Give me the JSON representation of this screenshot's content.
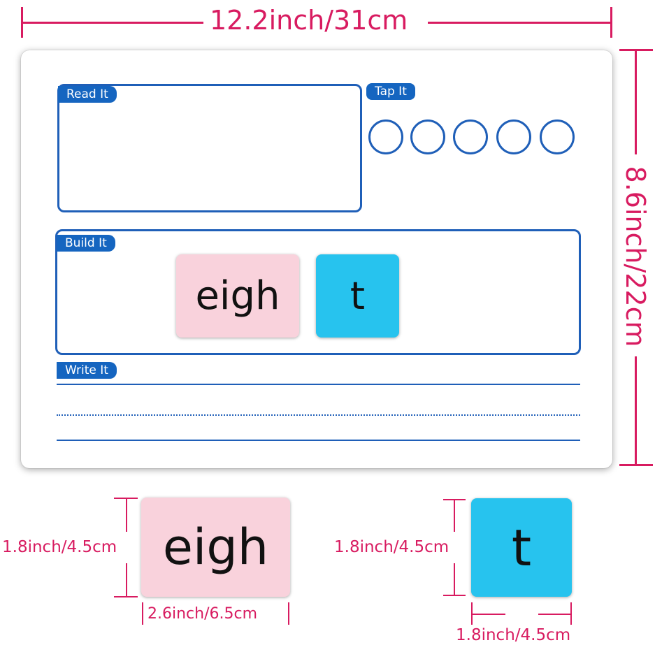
{
  "dimensions": {
    "board_width": "12.2inch/31cm",
    "board_height": "8.6inch/22cm",
    "eigh_height": "1.8inch/4.5cm",
    "eigh_width": "2.6inch/6.5cm",
    "t_height": "1.8inch/4.5cm",
    "t_width": "1.8inch/4.5cm"
  },
  "board": {
    "read_it": "Read It",
    "tap_it": "Tap It",
    "build_it": "Build It",
    "write_it": "Write It"
  },
  "tiles": {
    "eigh": "eigh",
    "t": "t"
  },
  "colors": {
    "dimension": "#d81b60",
    "board_line": "#1f5fb8",
    "label_pill": "#1565c0",
    "tile_pink": "#f9d2dc",
    "tile_blue": "#27c3ee"
  }
}
